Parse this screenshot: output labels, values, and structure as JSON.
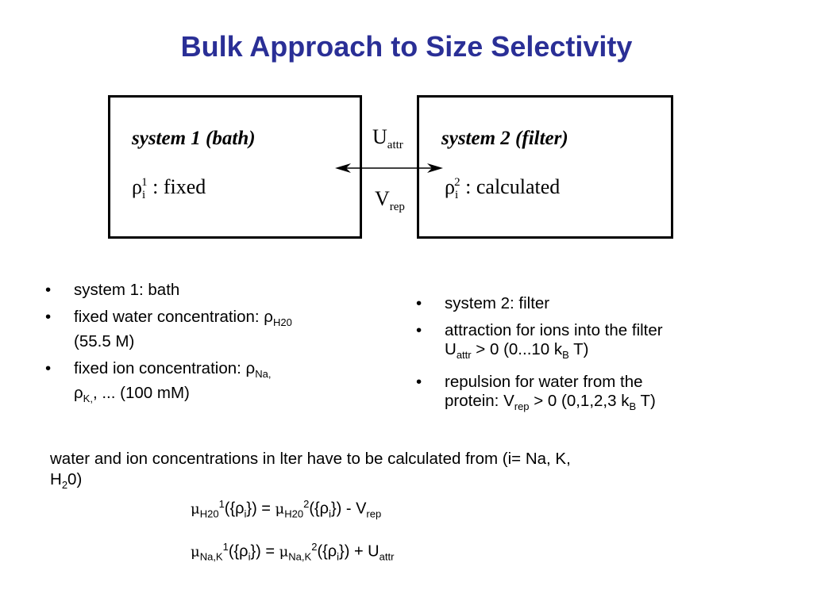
{
  "title": "Bulk Approach to Size Selectivity",
  "diagram": {
    "box1_title": "system 1 (bath)",
    "box1_rho": "ρ",
    "box1_sub": "i",
    "box1_sup": "1",
    "box1_text": ": fixed",
    "box2_title": "system 2 (filter)",
    "box2_rho": "ρ",
    "box2_sub": "i",
    "box2_sup": "2",
    "box2_text": ": calculated",
    "uattr_main": "U",
    "uattr_sub": "attr",
    "vrep_main": "V",
    "vrep_sub": "rep"
  },
  "left_bullets": {
    "b1": "system 1: bath",
    "b2_text": "fixed water concentration: ",
    "b2_rho": "ρ",
    "b2_sub": "H20",
    "b2_tail": "(55.5 M)",
    "b3_text": "fixed ion concentration: ",
    "b3_rho": "ρ",
    "b3_sub": "Na,",
    "b3_rho2": "ρ",
    "b3_sub2": "K,",
    "b3_tail": ", ... (100 mM)"
  },
  "right_bullets": {
    "b1": "system 2: filter",
    "b2_text": "attraction for ions into the filter",
    "b2_u": "U",
    "b2_sub": "attr",
    "b2_rest": " > 0 (0...10 k",
    "b2_kb": "B",
    "b2_end": " T)",
    "b3_text": "repulsion for water from the",
    "b3_line2": "protein: V",
    "b3_sub": "rep",
    "b3_rest": " > 0 (0,1,2,3 k",
    "b3_kb": "B",
    "b3_end": " T)"
  },
  "paragraph": {
    "line1": "water and ion concentrations in lter have to be calculated from (i= Na, K,",
    "line2_a": "H",
    "line2_sub": "2",
    "line2_b": "0)"
  },
  "equations": {
    "eq1_mu": "μ",
    "eq1_sub": "H20",
    "eq1_sup": "1",
    "eq1_mid": "({ρ",
    "eq1_i": "i",
    "eq1_close": "}) = ",
    "eq1_mu2": "μ",
    "eq1_sub2": "H20",
    "eq1_sup2": "2",
    "eq1_mid2": "({ρ",
    "eq1_i2": "i",
    "eq1_close2": "})  - V",
    "eq1_rep": "rep",
    "eq2_mu": "μ",
    "eq2_sub": "Na,K",
    "eq2_sup": "1",
    "eq2_mid": "({ρ",
    "eq2_i": "i",
    "eq2_close": "}) = ",
    "eq2_mu2": "μ",
    "eq2_sub2": "Na,K",
    "eq2_sup2": "2",
    "eq2_mid2": "({ρ",
    "eq2_i2": "i",
    "eq2_close2": "}) + U",
    "eq2_attr": "attr"
  },
  "bullet_glyph": "•"
}
